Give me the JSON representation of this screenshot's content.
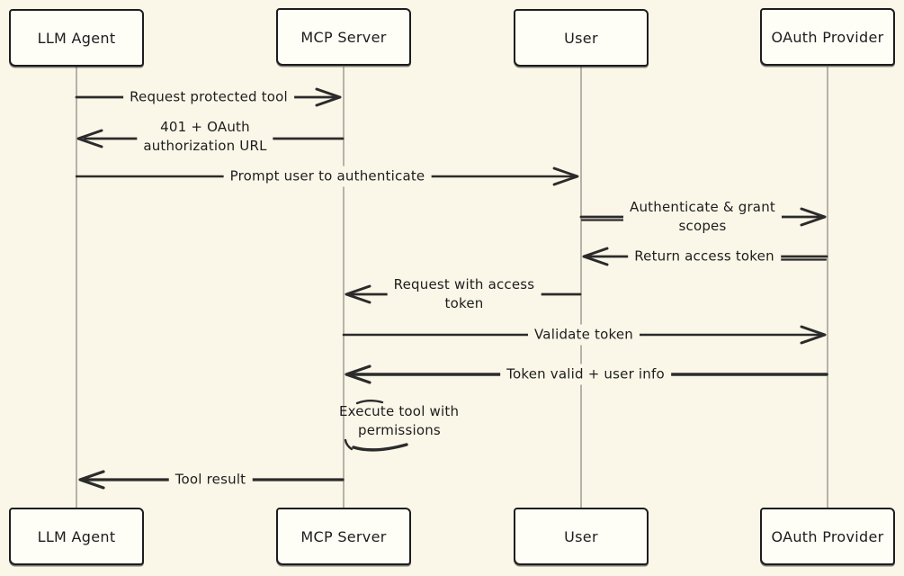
{
  "diagram_type": "sequence-diagram",
  "colors": {
    "background": "#fbf7e8",
    "box_fill": "#fefdf6",
    "box_border": "#1d1d1d",
    "arrow": "#2b2b2b",
    "lifeline": "#b5b2aa",
    "text": "#1d1d1d"
  },
  "participants": [
    {
      "id": "llm-agent",
      "label": "LLM Agent"
    },
    {
      "id": "mcp-server",
      "label": "MCP Server"
    },
    {
      "id": "user",
      "label": "User"
    },
    {
      "id": "oauth-provider",
      "label": "OAuth Provider"
    }
  ],
  "messages": [
    {
      "from": "LLM Agent",
      "to": "MCP Server",
      "direction": "right",
      "label": "Request protected tool"
    },
    {
      "from": "MCP Server",
      "to": "LLM Agent",
      "direction": "left",
      "line1": "401 + OAuth",
      "line2": "authorization URL"
    },
    {
      "from": "LLM Agent",
      "to": "User",
      "direction": "right",
      "label": "Prompt user to authenticate"
    },
    {
      "from": "User",
      "to": "OAuth Provider",
      "direction": "right",
      "line1": "Authenticate & grant",
      "line2": "scopes"
    },
    {
      "from": "OAuth Provider",
      "to": "User",
      "direction": "left",
      "label": "Return access token"
    },
    {
      "from": "User",
      "to": "MCP Server",
      "direction": "left",
      "line1": "Request with access",
      "line2": "token"
    },
    {
      "from": "MCP Server",
      "to": "OAuth Provider",
      "direction": "right",
      "label": "Validate token"
    },
    {
      "from": "OAuth Provider",
      "to": "MCP Server",
      "direction": "left",
      "label": "Token valid + user info"
    },
    {
      "from": "MCP Server",
      "to": "LLM Agent",
      "direction": "left",
      "label": "Tool result"
    }
  ],
  "note": {
    "at": "MCP Server",
    "line1": "Execute tool with",
    "line2": "permissions"
  }
}
